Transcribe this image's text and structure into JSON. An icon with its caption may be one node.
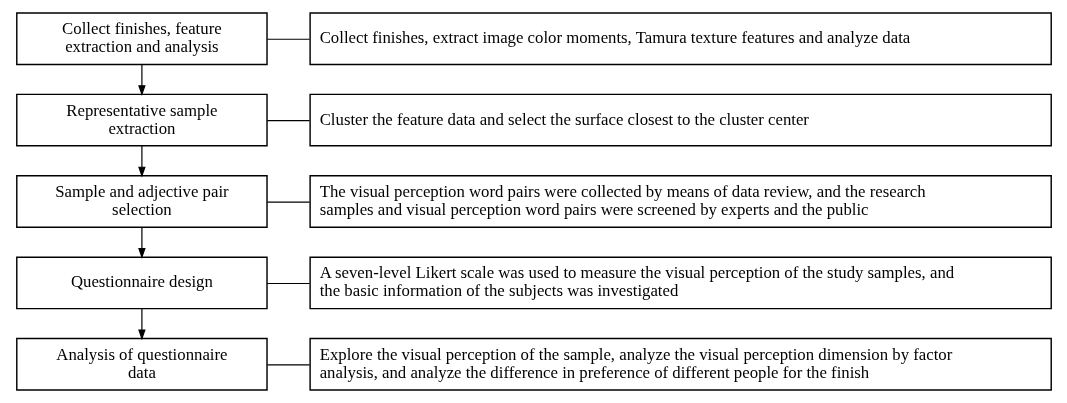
{
  "diagram": {
    "nodes": [
      {
        "text": [
          "Collect finishes, feature extraction and analysis"
        ]
      },
      {
        "text": [
          "Collect finishes, extract image color moments, Tamura texture features and analyze data"
        ]
      },
      {
        "text": [
          "Representative sample extraction"
        ]
      },
      {
        "text": [
          "Cluster the feature data and select the surface closest to the cluster center"
        ]
      },
      {
        "text": [
          "Sample and adjective pair selection"
        ]
      },
      {
        "text": [
          "The visual perception word pairs were collected by means of data review, and the research samples and visual perception word pairs were screened by experts and the public"
        ]
      },
      {
        "text": [
          "Questionnaire design"
        ]
      },
      {
        "text": [
          "A seven-level Likert scale was used to measure the visual perception of the study samples, and the basic information of the subjects was investigated"
        ]
      },
      {
        "text": [
          "Analysis of questionnaire data"
        ]
      },
      {
        "text": [
          "Explore the visual perception of the sample, analyze the visual perception dimension by factor analysis, and analyze the difference in preference of different people for the finish"
        ]
      }
    ],
    "edges": [
      {
        "from": 0,
        "to": 1,
        "arrow": "none"
      },
      {
        "from": 0,
        "to": 2,
        "arrow": "to"
      },
      {
        "from": 2,
        "to": 3,
        "arrow": "none"
      },
      {
        "from": 2,
        "to": 4,
        "arrow": "to"
      },
      {
        "from": 4,
        "to": 5,
        "arrow": "none"
      },
      {
        "from": 4,
        "to": 6,
        "arrow": "to"
      },
      {
        "from": 6,
        "to": 7,
        "arrow": "none"
      },
      {
        "from": 6,
        "to": 8,
        "arrow": "to"
      },
      {
        "from": 8,
        "to": 9,
        "arrow": "none"
      }
    ]
  }
}
